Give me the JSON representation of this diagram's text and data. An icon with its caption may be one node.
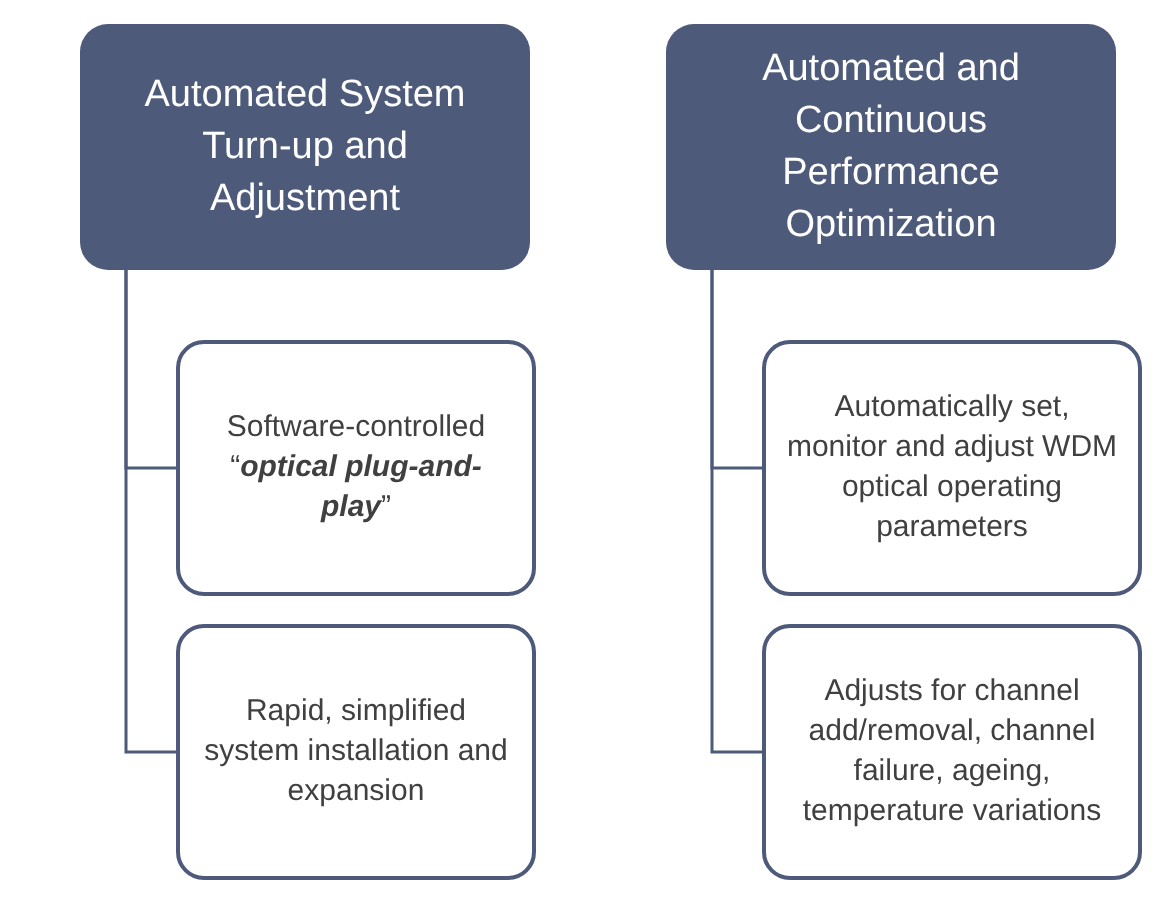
{
  "diagram": {
    "nodes": [
      {
        "text": [
          "Automated System Turn-up and Adjustment"
        ]
      },
      {
        "text": [
          "Software-controlled “**optical plug-and-play**”"
        ]
      },
      {
        "text": [
          "Rapid, simplified system installation and expansion"
        ]
      },
      {
        "text": [
          "Automated and Continuous Performance Optimization"
        ]
      },
      {
        "text": [
          "Automatically set, monitor and adjust WDM optical operating parameters"
        ]
      },
      {
        "text": [
          "Adjusts for channel add/removal, channel failure, ageing, temperature variations"
        ]
      }
    ],
    "edges": [
      {
        "from": 0,
        "to": 1,
        "arrow": "none"
      },
      {
        "from": 0,
        "to": 2,
        "arrow": "none"
      },
      {
        "from": 3,
        "to": 4,
        "arrow": "none"
      },
      {
        "from": 3,
        "to": 5,
        "arrow": "none"
      }
    ]
  }
}
